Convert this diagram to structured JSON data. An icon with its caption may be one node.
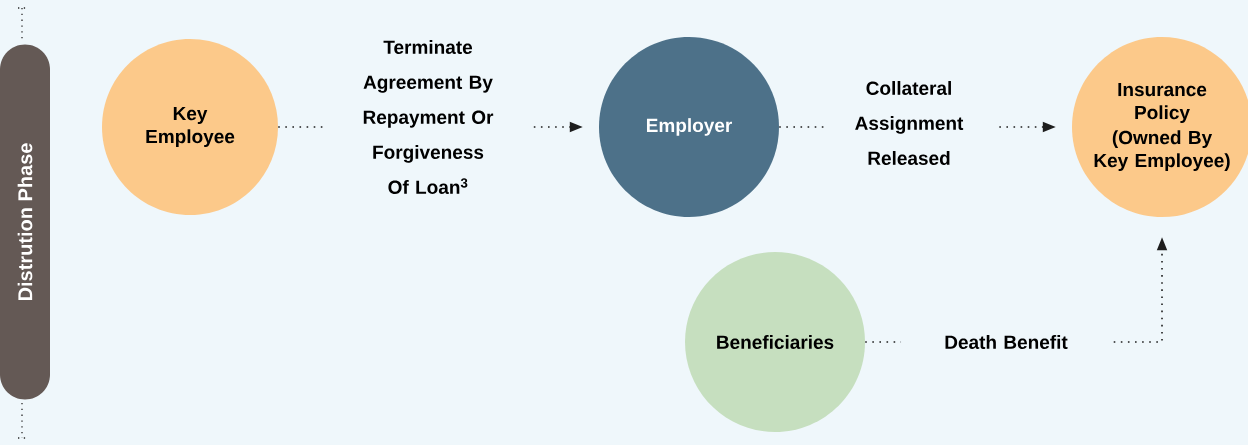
{
  "diagram": {
    "nodes": [
      {
        "text": [
          "Distrution Phase"
        ]
      },
      {
        "text": [
          "Key Employee"
        ]
      },
      {
        "text": [
          "Employer"
        ]
      },
      {
        "text": [
          "Insurance Policy",
          "(Owned By Key Employee)"
        ]
      },
      {
        "text": [
          "Beneficiaries"
        ]
      }
    ],
    "edges": [
      {
        "from": 1,
        "to": 2,
        "arrow": "to",
        "label": "Terminate Agreement By Repayment Or Forgiveness Of Loan$^{3}$"
      },
      {
        "from": 2,
        "to": 3,
        "arrow": "to",
        "label": "Collateral Assignment Released"
      },
      {
        "from": 4,
        "to": 3,
        "arrow": "to",
        "label": "Death Benefit"
      }
    ]
  }
}
